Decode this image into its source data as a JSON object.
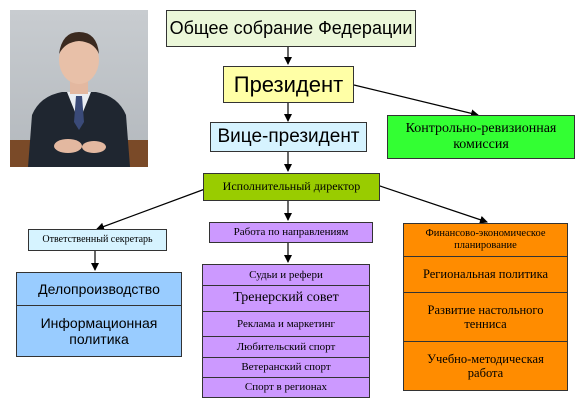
{
  "diagram": {
    "general_assembly": "Общее собрание Федерации",
    "president": "Президент",
    "vice_president": "Вице-президент",
    "audit_commission": "Контрольно-ревизионная комиссия",
    "executive_director": "Исполнительный директор",
    "responsible_secretary": "Ответственный секретарь",
    "directions_work": "Работа по направлениям",
    "financial_planning": "Финансово-экономическое планирование",
    "secretary_items": [
      "Делопроизводство",
      "Информационная политика"
    ],
    "directions_items": [
      "Судьи и рефери",
      "Тренерский совет",
      "Реклама и маркетинг",
      "Любительский спорт",
      "Ветеранский спорт",
      "Спорт в регионах"
    ],
    "finance_items": [
      "Региональная политика",
      "Развитие настольного тенниса",
      "Учебно-методическая работа"
    ]
  },
  "colors": {
    "pale_green": "#ebf7d9",
    "yellow": "#ffffa6",
    "cyan": "#d6f3ff",
    "bright_green": "#33ff33",
    "olive_green": "#99cc00",
    "light_blue": "#99ccff",
    "lavender": "#cc99ff",
    "orange": "#ff8c00"
  },
  "photo_icon": "portrait-photo"
}
